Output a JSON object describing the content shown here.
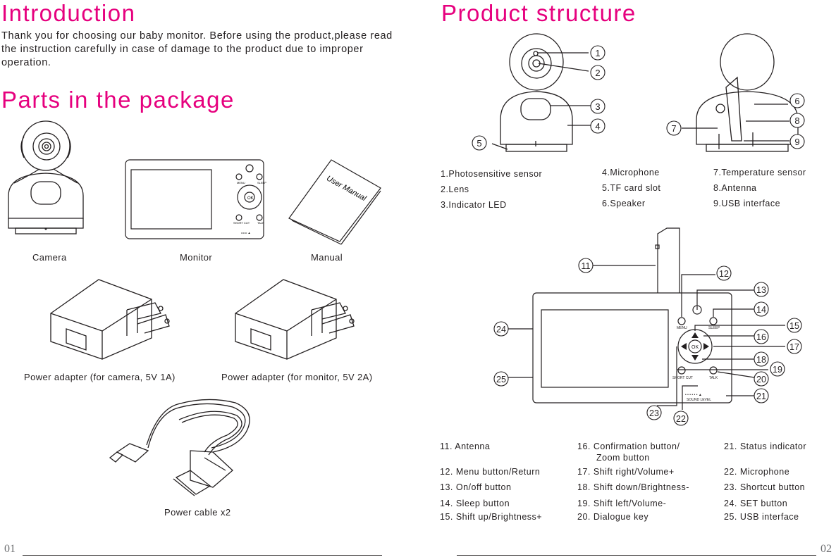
{
  "left": {
    "intro_title": "Introduction",
    "intro_text": "Thank you for choosing our baby monitor. Before using the product,please read the instruction carefully in case of damage to the product due to improper operation.",
    "parts_title": "Parts in the package",
    "parts": {
      "camera": "Camera",
      "monitor": "Monitor",
      "manual": "Manual",
      "adapter_camera": "Power adapter (for camera, 5V 1A)",
      "adapter_monitor": "Power adapter (for monitor, 5V 2A)",
      "cable": "Power cable x2"
    },
    "manual_cover_text": "User Manual",
    "page_number": "01"
  },
  "right": {
    "title": "Product structure",
    "camera_callouts": [
      "1",
      "2",
      "3",
      "4",
      "5",
      "6",
      "7",
      "8",
      "9"
    ],
    "camera_parts": [
      "1.Photosensitive sensor",
      "2.Lens",
      "3.Indicator LED",
      "4.Microphone",
      "5.TF card slot",
      "6.Speaker",
      "7.Temperature sensor",
      "8.Antenna",
      "9.USB interface"
    ],
    "monitor_callouts": [
      "11",
      "12",
      "13",
      "14",
      "15",
      "16",
      "17",
      "18",
      "19",
      "20",
      "21",
      "22",
      "23",
      "24",
      "25"
    ],
    "monitor_parts": [
      "11. Antenna",
      "12. Menu button/Return",
      "13. On/off button",
      "14. Sleep button",
      "15. Shift up/Brightness+",
      "16. Confirmation button/",
      "Zoom button",
      "17. Shift right/Volume+",
      "18. Shift down/Brightness-",
      "19. Shift left/Volume-",
      "20. Dialogue key",
      "21. Status indicator",
      "22. Microphone",
      "23. Shortcut button",
      "24. SET button",
      "25. USB interface"
    ],
    "monitor_labels": {
      "menu": "MENU",
      "sleep": "SLEEP",
      "ok": "OK",
      "short_cut": "SHORT CUT",
      "talk": "TALK",
      "sound_level": "SOUND LEVEL"
    },
    "page_number": "02"
  },
  "colors": {
    "heading": "#e6007e",
    "text": "#231f20",
    "line": "#231f20"
  },
  "icons": [
    "camera-illustration",
    "monitor-illustration",
    "manual-illustration",
    "power-adapter-illustration",
    "usb-cable-illustration",
    "power-icon",
    "arrow-icon"
  ]
}
